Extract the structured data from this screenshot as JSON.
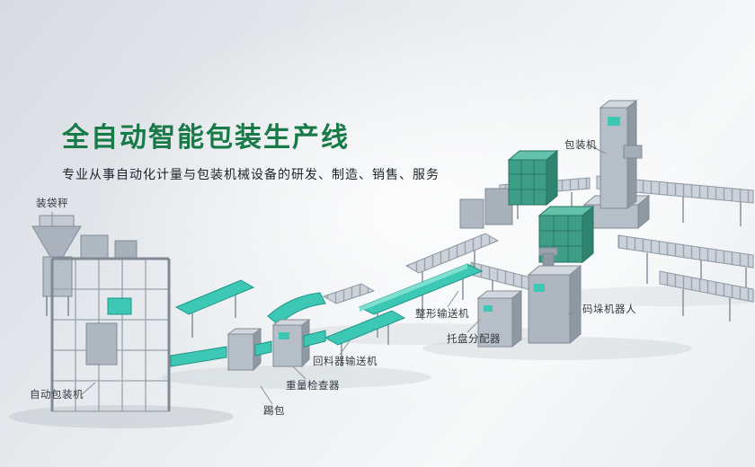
{
  "page": {
    "title": "全自动智能包装生产线",
    "subtitle": "专业从事自动化计量与包装机械设备的研发、制造、销售、服务"
  },
  "colors": {
    "brand_green": "#177a47",
    "belt_teal": "#3cc8b4",
    "carton_teal": "#3f9e87",
    "machine_gray": "#b6bec7"
  },
  "labels": [
    {
      "id": "bagging-scale",
      "text": "装袋秤"
    },
    {
      "id": "packing-machine",
      "text": "包装机"
    },
    {
      "id": "shaping-conveyor",
      "text": "整形输送机"
    },
    {
      "id": "palletizing-robot",
      "text": "码垛机器人"
    },
    {
      "id": "pallet-distributor",
      "text": "托盘分配器"
    },
    {
      "id": "return-feeder-conveyor",
      "text": "回料器输送机"
    },
    {
      "id": "weight-checker",
      "text": "重量检查器"
    },
    {
      "id": "bag-kicker",
      "text": "踢包"
    },
    {
      "id": "auto-packing-machine",
      "text": "自动包装机"
    }
  ]
}
